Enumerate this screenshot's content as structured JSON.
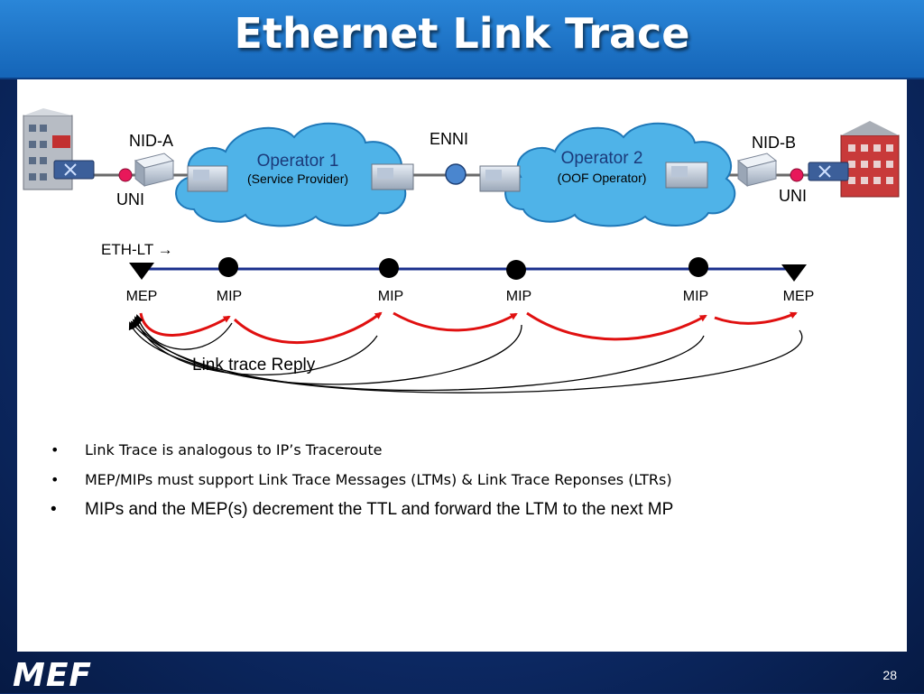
{
  "slide": {
    "title": "Ethernet Link Trace",
    "page_number": "28",
    "logo_text": "MEF"
  },
  "diagram": {
    "labels": {
      "nid_a": "NID-A",
      "nid_b": "NID-B",
      "uni_left": "UNI",
      "uni_right": "UNI",
      "enni": "ENNI",
      "operator1_name": "Operator 1",
      "operator1_role": "(Service Provider)",
      "operator2_name": "Operator 2",
      "operator2_role": "(OOF Operator)",
      "eth_lt": "ETH-LT →",
      "reply": "Link trace Reply"
    },
    "points": [
      "MEP",
      "MIP",
      "MIP",
      "MIP",
      "MIP",
      "MEP"
    ],
    "colors": {
      "path_line": "#1a2f8c",
      "ltm_arrow": "#e01010",
      "cloud": "#4fb3e8",
      "uni_dot": "#e8185a",
      "enni_dot": "#4a86cf"
    }
  },
  "bullets": [
    {
      "marker": "•",
      "text": "Link Trace is analogous to IP’s Traceroute"
    },
    {
      "marker": "•",
      "text": "MEP/MIPs must support Link Trace Messages (LTMs) &  Link Trace Reponses (LTRs)"
    },
    {
      "marker": "•",
      "text": "MIPs and the MEP(s) decrement the TTL and forward the LTM to the next MP"
    }
  ]
}
